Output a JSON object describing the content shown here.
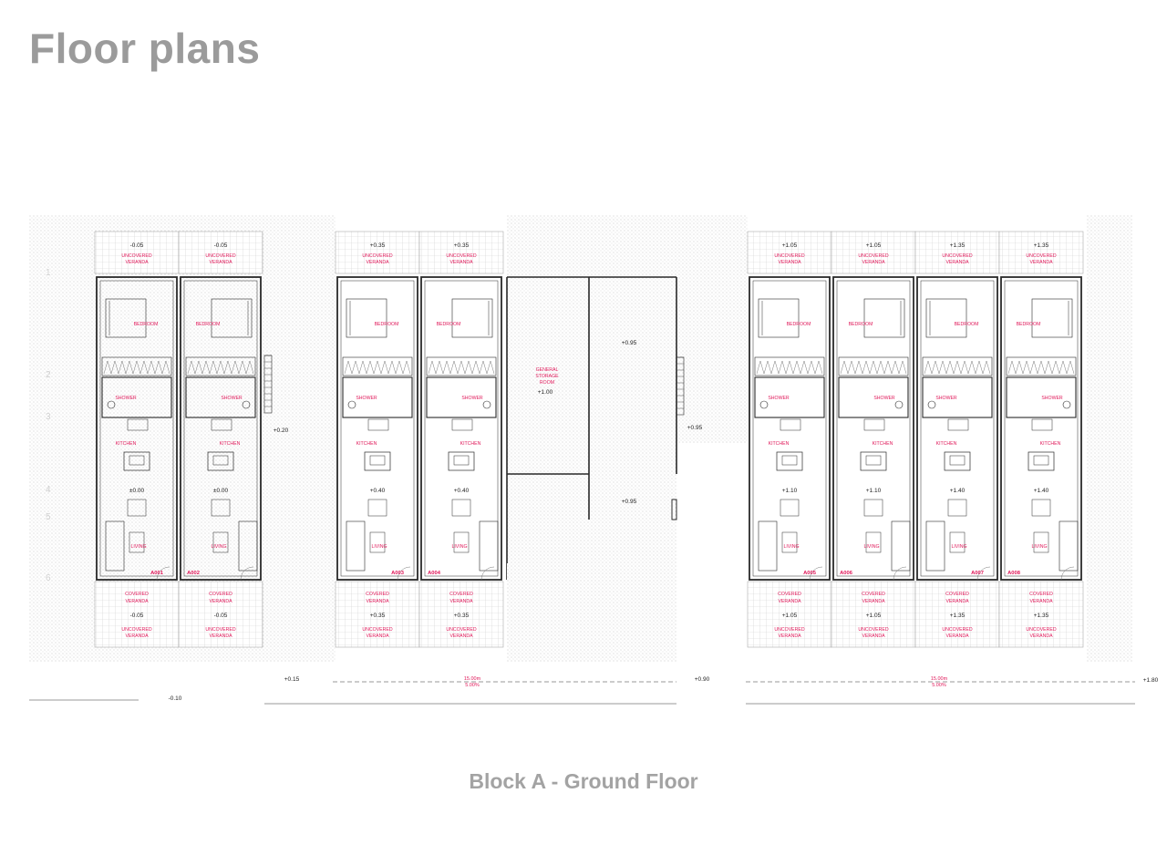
{
  "page": {
    "title": "Floor plans",
    "caption": "Block A - Ground Floor"
  },
  "colors": {
    "title": "#9b9b9b",
    "room_label": "#e0195a",
    "line": "#2a2a2a",
    "hatch": "#c8c8c8"
  },
  "room_labels": {
    "bedroom": "BEDROOM",
    "shower": "SHOWER",
    "kitchen": "KITCHEN",
    "living": "LIVING",
    "covered_veranda": [
      "COVERED",
      "VERANDA"
    ],
    "uncovered_veranda": [
      "UNCOVERED",
      "VERANDA"
    ],
    "storage": [
      "GENERAL",
      "STORAGE",
      "ROOM"
    ]
  },
  "units": [
    {
      "id": "A001",
      "floor_level": "±0.00",
      "veranda_level": "-0.05"
    },
    {
      "id": "A002",
      "floor_level": "±0.00",
      "veranda_level": "-0.05"
    },
    {
      "id": "A003",
      "floor_level": "+0.40",
      "veranda_level": "+0.35"
    },
    {
      "id": "A004",
      "floor_level": "+0.40",
      "veranda_level": "+0.35"
    },
    {
      "id": "A005",
      "floor_level": "+1.10",
      "veranda_level": "+1.05"
    },
    {
      "id": "A006",
      "floor_level": "+1.10",
      "veranda_level": "+1.05"
    },
    {
      "id": "A007",
      "floor_level": "+1.40",
      "veranda_level": "+1.35"
    },
    {
      "id": "A008",
      "floor_level": "+1.40",
      "veranda_level": "+1.35"
    }
  ],
  "storage_level": "+1.00",
  "levels": {
    "court_upper": "+0.95",
    "court_lower": "+0.95",
    "stair_1": "+0.20",
    "stair_2": "+0.95",
    "ground_left": "-0.10",
    "ground_1": "+0.15",
    "ground_2": "+0.90",
    "ground_3": "+1.80"
  },
  "dimensions": [
    {
      "length": "15.00m",
      "slope": "5.00%"
    },
    {
      "length": "15.00m",
      "slope": "5.00%"
    }
  ],
  "grid_numbers": [
    "1",
    "2",
    "3",
    "4",
    "5",
    "6"
  ]
}
